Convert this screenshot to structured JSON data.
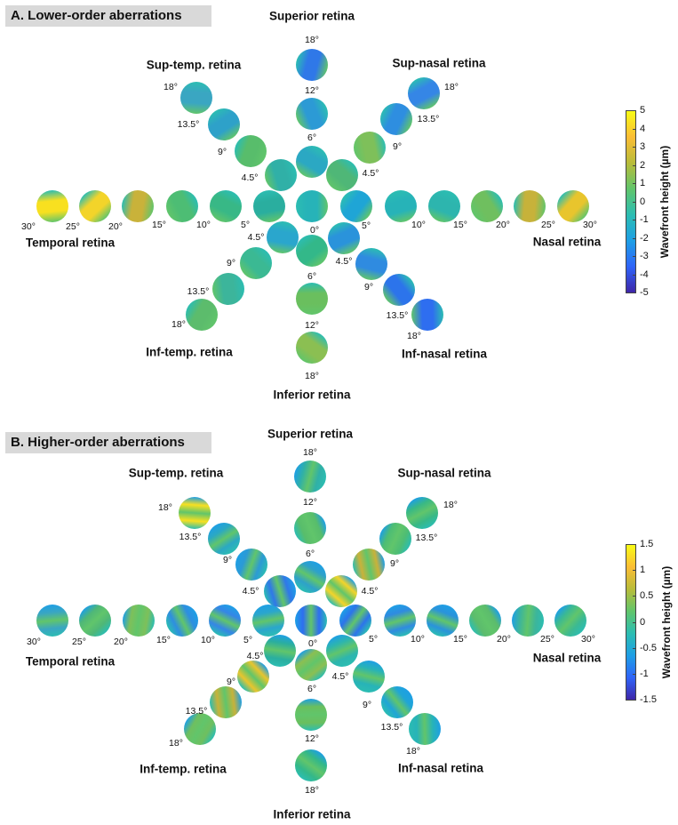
{
  "panels": [
    {
      "title": "A. Lower-order aberrations",
      "regions": {
        "superior": "Superior retina",
        "inferior": "Inferior retina",
        "temporal": "Temporal retina",
        "nasal": "Nasal retina",
        "sup_temp": "Sup-temp. retina",
        "sup_nasal": "Sup-nasal retina",
        "inf_temp": "Inf-temp. retina",
        "inf_nasal": "Inf-nasal retina"
      },
      "center_label": "0°",
      "horizontal_labels": [
        "5°",
        "10°",
        "15°",
        "20°",
        "25°",
        "30°"
      ],
      "meridian_labels": [
        "6°",
        "12°",
        "18°"
      ],
      "diagonal_labels": [
        "4.5°",
        "9°",
        "13.5°",
        "18°"
      ],
      "colorbar": {
        "label": "Wavefront height (µm)",
        "ticks": [
          "5",
          "4",
          "3",
          "2",
          "1",
          "0",
          "-1",
          "-2",
          "-3",
          "-4",
          "-5"
        ],
        "max": 5,
        "min": -5
      }
    },
    {
      "title": "B. Higher-order aberrations",
      "regions": {
        "superior": "Superior retina",
        "inferior": "Inferior retina",
        "temporal": "Temporal retina",
        "nasal": "Nasal retina",
        "sup_temp": "Sup-temp. retina",
        "sup_nasal": "Sup-nasal retina",
        "inf_temp": "Inf-temp. retina",
        "inf_nasal": "Inf-nasal retina"
      },
      "center_label": "0°",
      "horizontal_labels": [
        "5°",
        "10°",
        "15°",
        "20°",
        "25°",
        "30°"
      ],
      "meridian_labels": [
        "6°",
        "12°",
        "18°"
      ],
      "diagonal_labels": [
        "4.5°",
        "9°",
        "13.5°",
        "18°"
      ],
      "colorbar": {
        "label": "Wavefront height (µm)",
        "ticks": [
          "1.5",
          "1",
          "0.5",
          "0",
          "-0.5",
          "-1",
          "-1.5"
        ],
        "max": 1.5,
        "min": -1.5
      }
    }
  ],
  "colormap": [
    "#3e26a8",
    "#2f64f8",
    "#1e9fe5",
    "#2cbdb2",
    "#61c56b",
    "#b8bc3a",
    "#fbbd35",
    "#f9fb15"
  ]
}
